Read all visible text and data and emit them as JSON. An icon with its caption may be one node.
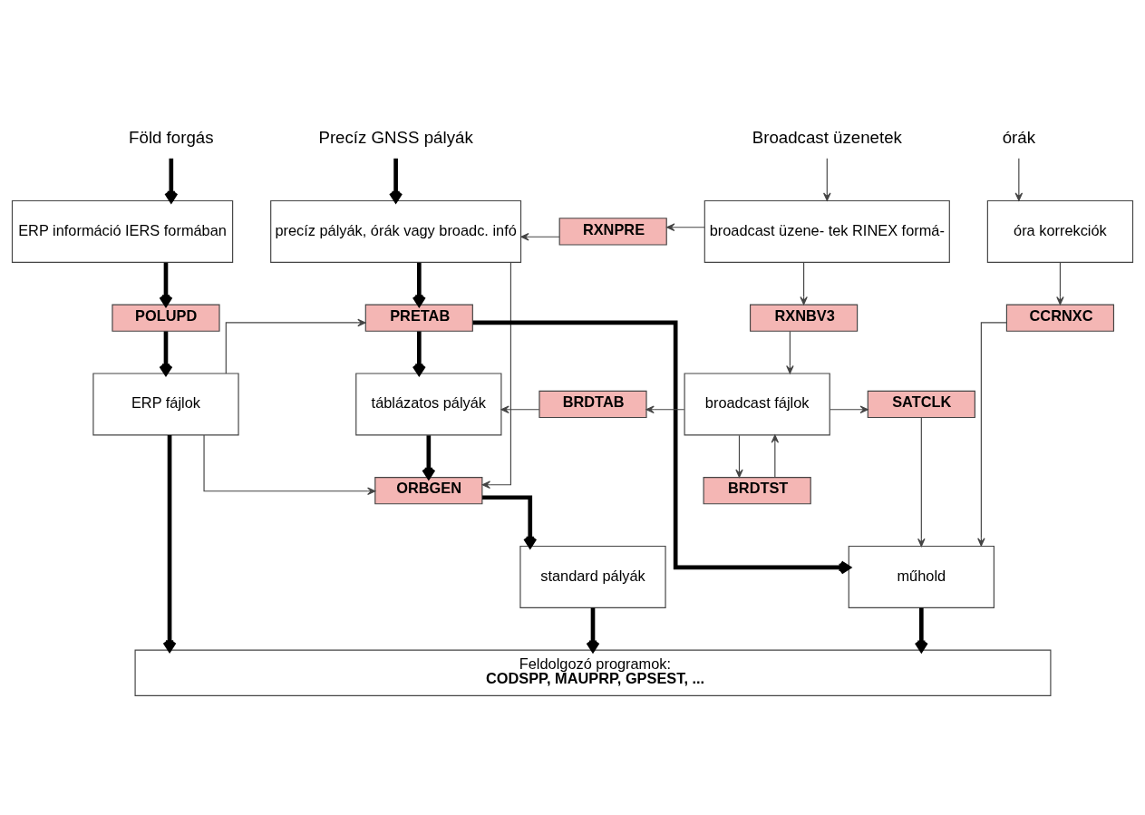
{
  "diagram": {
    "nodes": [
      {
        "text": [
          "Föld forgás"
        ]
      },
      {
        "text": [
          "Precíz GNSS pályák"
        ]
      },
      {
        "text": [
          "Broadcast üzenetek"
        ]
      },
      {
        "text": [
          "órák"
        ]
      },
      {
        "text": [
          "ERP információ IERS formában"
        ]
      },
      {
        "text": [
          "precíz pályák, órák vagy broadc. infó"
        ]
      },
      {
        "text": [
          "broadcast üzene- tek RINEX formá-"
        ]
      },
      {
        "text": [
          "óra korrekciók"
        ]
      },
      {
        "text": [
          "RXNPRE"
        ]
      },
      {
        "text": [
          "POLUPD"
        ]
      },
      {
        "text": [
          "PRETAB"
        ]
      },
      {
        "text": [
          "RXNBV3"
        ]
      },
      {
        "text": [
          "CCRNXC"
        ]
      },
      {
        "text": [
          "ERP fájlok"
        ]
      },
      {
        "text": [
          "táblázatos pályák"
        ]
      },
      {
        "text": [
          "BRDTAB"
        ]
      },
      {
        "text": [
          "broadcast fájlok"
        ]
      },
      {
        "text": [
          "SATCLK"
        ]
      },
      {
        "text": [
          "ORBGEN"
        ]
      },
      {
        "text": [
          "BRDTST"
        ]
      },
      {
        "text": [
          "standard pályák"
        ]
      },
      {
        "text": [
          "műhold"
        ]
      },
      {
        "text": [
          "Feldolgozó programok:",
          "CODSPP, MAUPRP, GPSEST, ..."
        ]
      }
    ],
    "edges": [
      {
        "from": 0,
        "to": 4,
        "arrow": "to",
        "style": "thick"
      },
      {
        "from": 1,
        "to": 5,
        "arrow": "to",
        "style": "thick"
      },
      {
        "from": 2,
        "to": 6,
        "arrow": "to"
      },
      {
        "from": 3,
        "to": 7,
        "arrow": "to"
      },
      {
        "from": 6,
        "to": 8,
        "arrow": "to"
      },
      {
        "from": 8,
        "to": 5,
        "arrow": "to"
      },
      {
        "from": 4,
        "to": 9,
        "arrow": "to",
        "style": "thick"
      },
      {
        "from": 5,
        "to": 10,
        "arrow": "to",
        "style": "thick"
      },
      {
        "from": 6,
        "to": 11,
        "arrow": "to"
      },
      {
        "from": 7,
        "to": 12,
        "arrow": "to"
      },
      {
        "from": 9,
        "to": 13,
        "arrow": "to",
        "style": "thick"
      },
      {
        "from": 13,
        "to": 10,
        "arrow": "to"
      },
      {
        "from": 10,
        "to": 14,
        "arrow": "to",
        "style": "thick"
      },
      {
        "from": 10,
        "to": 21,
        "arrow": "to",
        "style": "thick"
      },
      {
        "from": 11,
        "to": 16,
        "arrow": "to"
      },
      {
        "from": 16,
        "to": 15,
        "arrow": "to"
      },
      {
        "from": 15,
        "to": 14,
        "arrow": "to"
      },
      {
        "from": 16,
        "to": 17,
        "arrow": "to"
      },
      {
        "from": 16,
        "to": 19,
        "arrow": "to"
      },
      {
        "from": 19,
        "to": 16,
        "arrow": "to"
      },
      {
        "from": 12,
        "to": 21,
        "arrow": "to"
      },
      {
        "from": 14,
        "to": 18,
        "arrow": "to",
        "style": "thick"
      },
      {
        "from": 5,
        "to": 18,
        "arrow": "to"
      },
      {
        "from": 13,
        "to": 18,
        "arrow": "to"
      },
      {
        "from": 17,
        "to": 21,
        "arrow": "to"
      },
      {
        "from": 18,
        "to": 20,
        "arrow": "to",
        "style": "thick"
      },
      {
        "from": 13,
        "to": 22,
        "arrow": "to",
        "style": "thick"
      },
      {
        "from": 20,
        "to": 22,
        "arrow": "to",
        "style": "thick"
      },
      {
        "from": 21,
        "to": 22,
        "arrow": "to",
        "style": "thick"
      }
    ]
  }
}
